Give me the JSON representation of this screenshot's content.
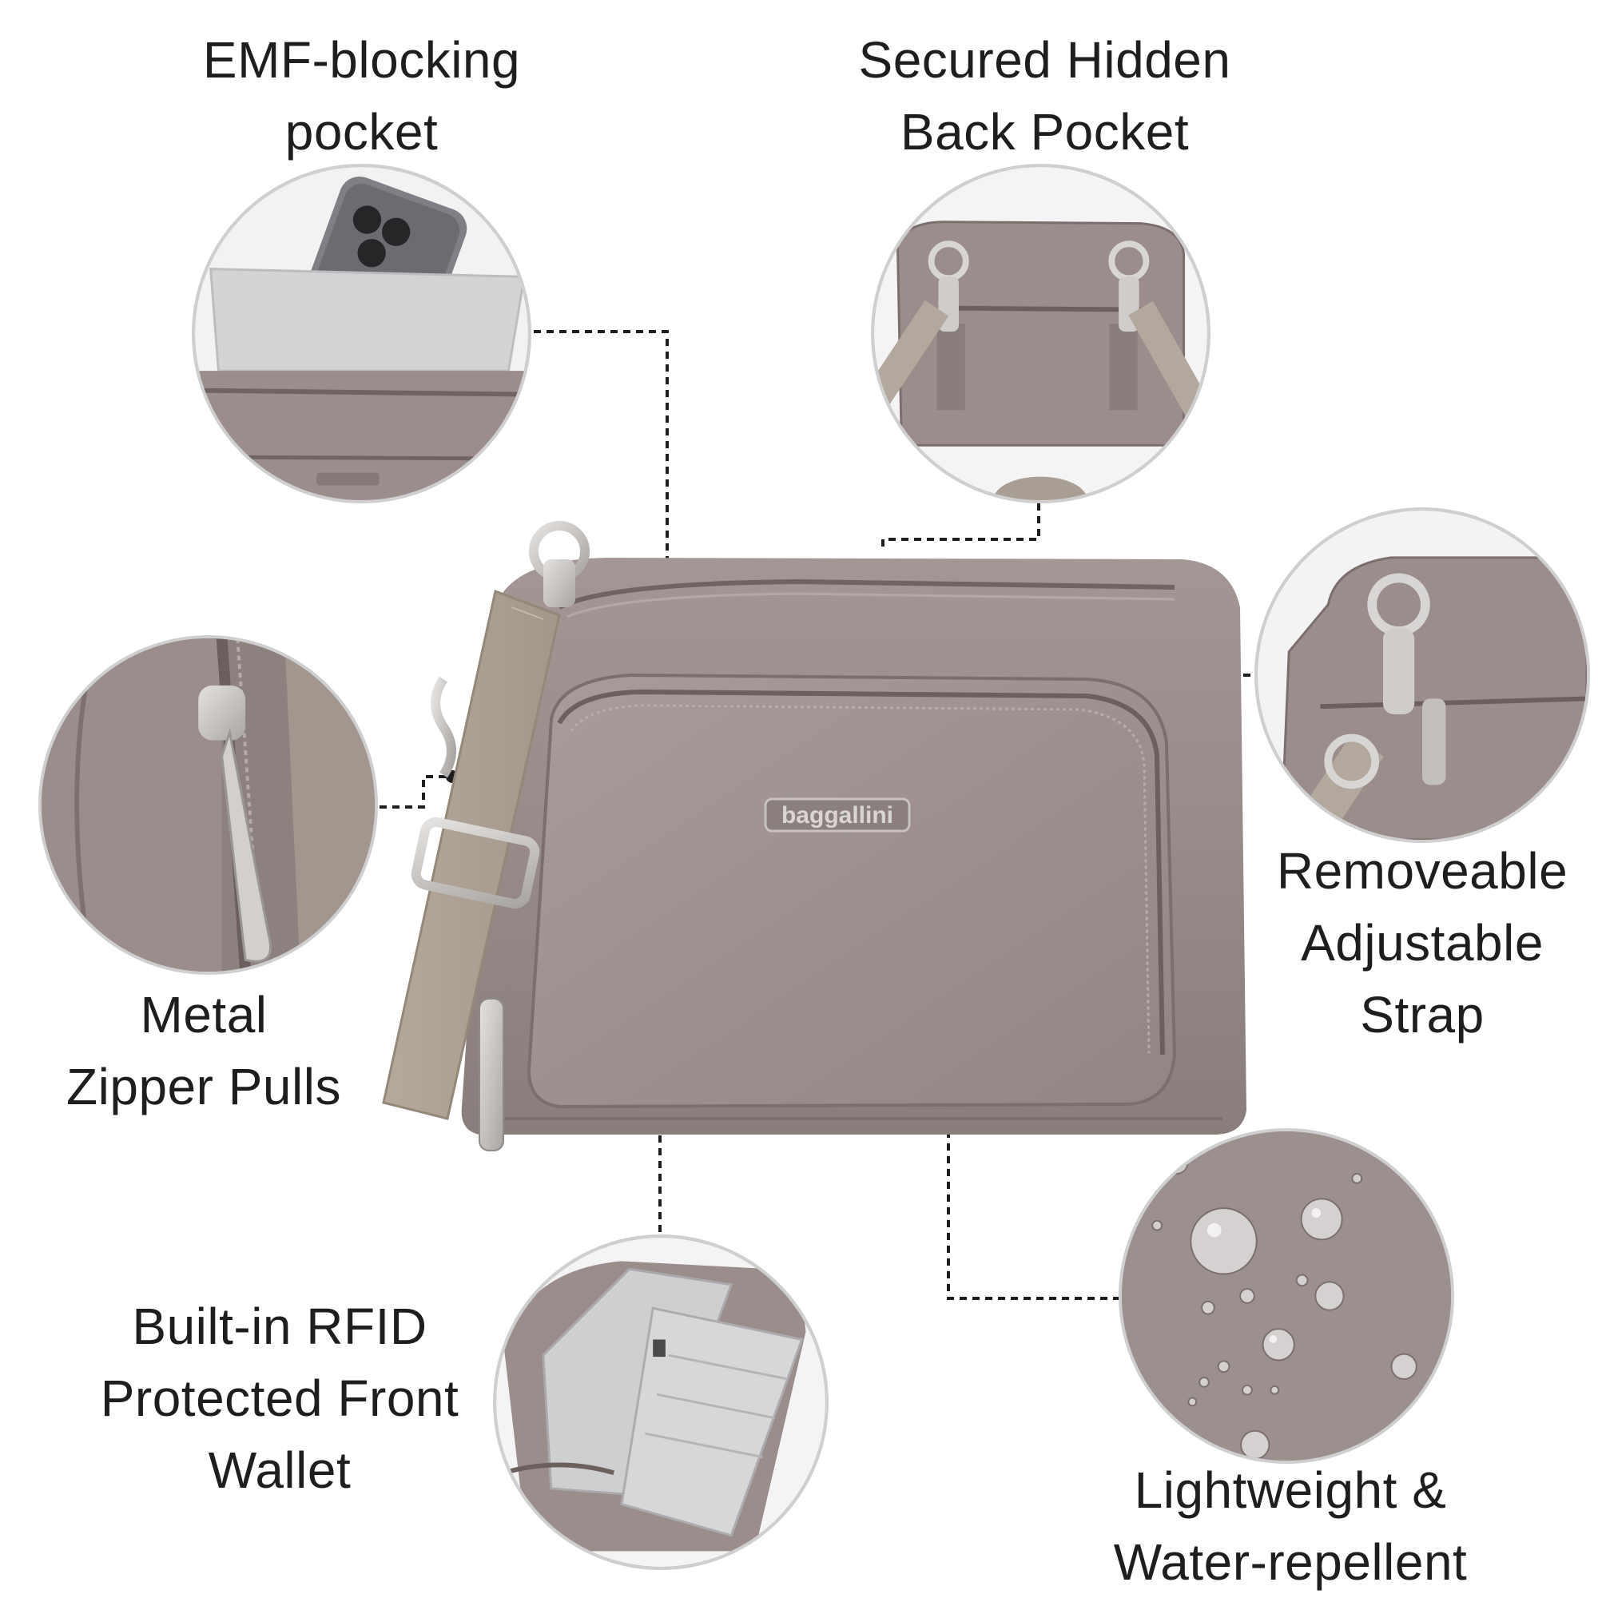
{
  "features": [
    {
      "id": "emf",
      "lines": [
        "EMF-blocking",
        "pocket"
      ]
    },
    {
      "id": "back",
      "lines": [
        "Secured Hidden",
        "Back Pocket"
      ]
    },
    {
      "id": "strap",
      "lines": [
        "Removeable",
        "Adjustable",
        "Strap"
      ]
    },
    {
      "id": "zipper",
      "lines": [
        "Metal",
        "Zipper Pulls"
      ]
    },
    {
      "id": "rfid",
      "lines": [
        "Built-in RFID",
        "Protected Front",
        "Wallet"
      ]
    },
    {
      "id": "water",
      "lines": [
        "Lightweight &",
        "Water-repellent"
      ]
    }
  ],
  "brand": "baggallini",
  "colors": {
    "text": "#1e1e1e",
    "fabric": "#9a8d8b",
    "fabric_dark": "#7d716f",
    "metal": "#c9c6c4",
    "lining": "#cfcfd1"
  }
}
